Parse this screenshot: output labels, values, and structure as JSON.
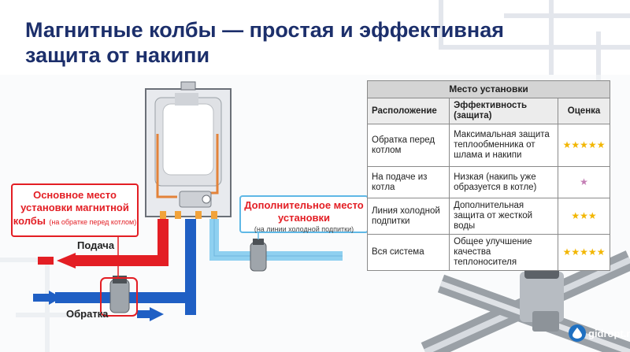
{
  "title": {
    "line1": "Магнитные колбы — простая и эффективная",
    "line2": "защита от накипи"
  },
  "callouts": {
    "main": {
      "title": "Основное место установки магнитной",
      "title_end": "колбы",
      "note": "(на обратке перед котлом)"
    },
    "extra": {
      "title": "Дополнительное место установки",
      "note": "(на линии холодной подпитки)"
    }
  },
  "pipes": {
    "supply": "Подача",
    "return": "Обратка"
  },
  "table": {
    "caption": "Место установки",
    "headers": [
      "Расположение",
      "Эффективность (защита)",
      "Оценка"
    ],
    "rows": [
      {
        "location": "Обратка перед котлом",
        "effect": "Максимальная защита теплообменника от шлама и накипи",
        "rating": 5
      },
      {
        "location": "На подаче из котла",
        "effect": "Низкая (накипь уже образуется в котле)",
        "rating": 1
      },
      {
        "location": "Линия холодной подпитки",
        "effect": "Дополнительная защита от жесткой воды",
        "rating": 3
      },
      {
        "location": "Вся система",
        "effect": "Общее улучшение качества теплоносителя",
        "rating": 5
      }
    ]
  },
  "logo": {
    "text": "gidropt.ru"
  },
  "colors": {
    "title": "#1c2f6b",
    "hot_pipe": "#e31e24",
    "cold_pipe": "#1f5fc4",
    "feed_pipe": "#8fd0f0",
    "star": "#f2b600"
  }
}
